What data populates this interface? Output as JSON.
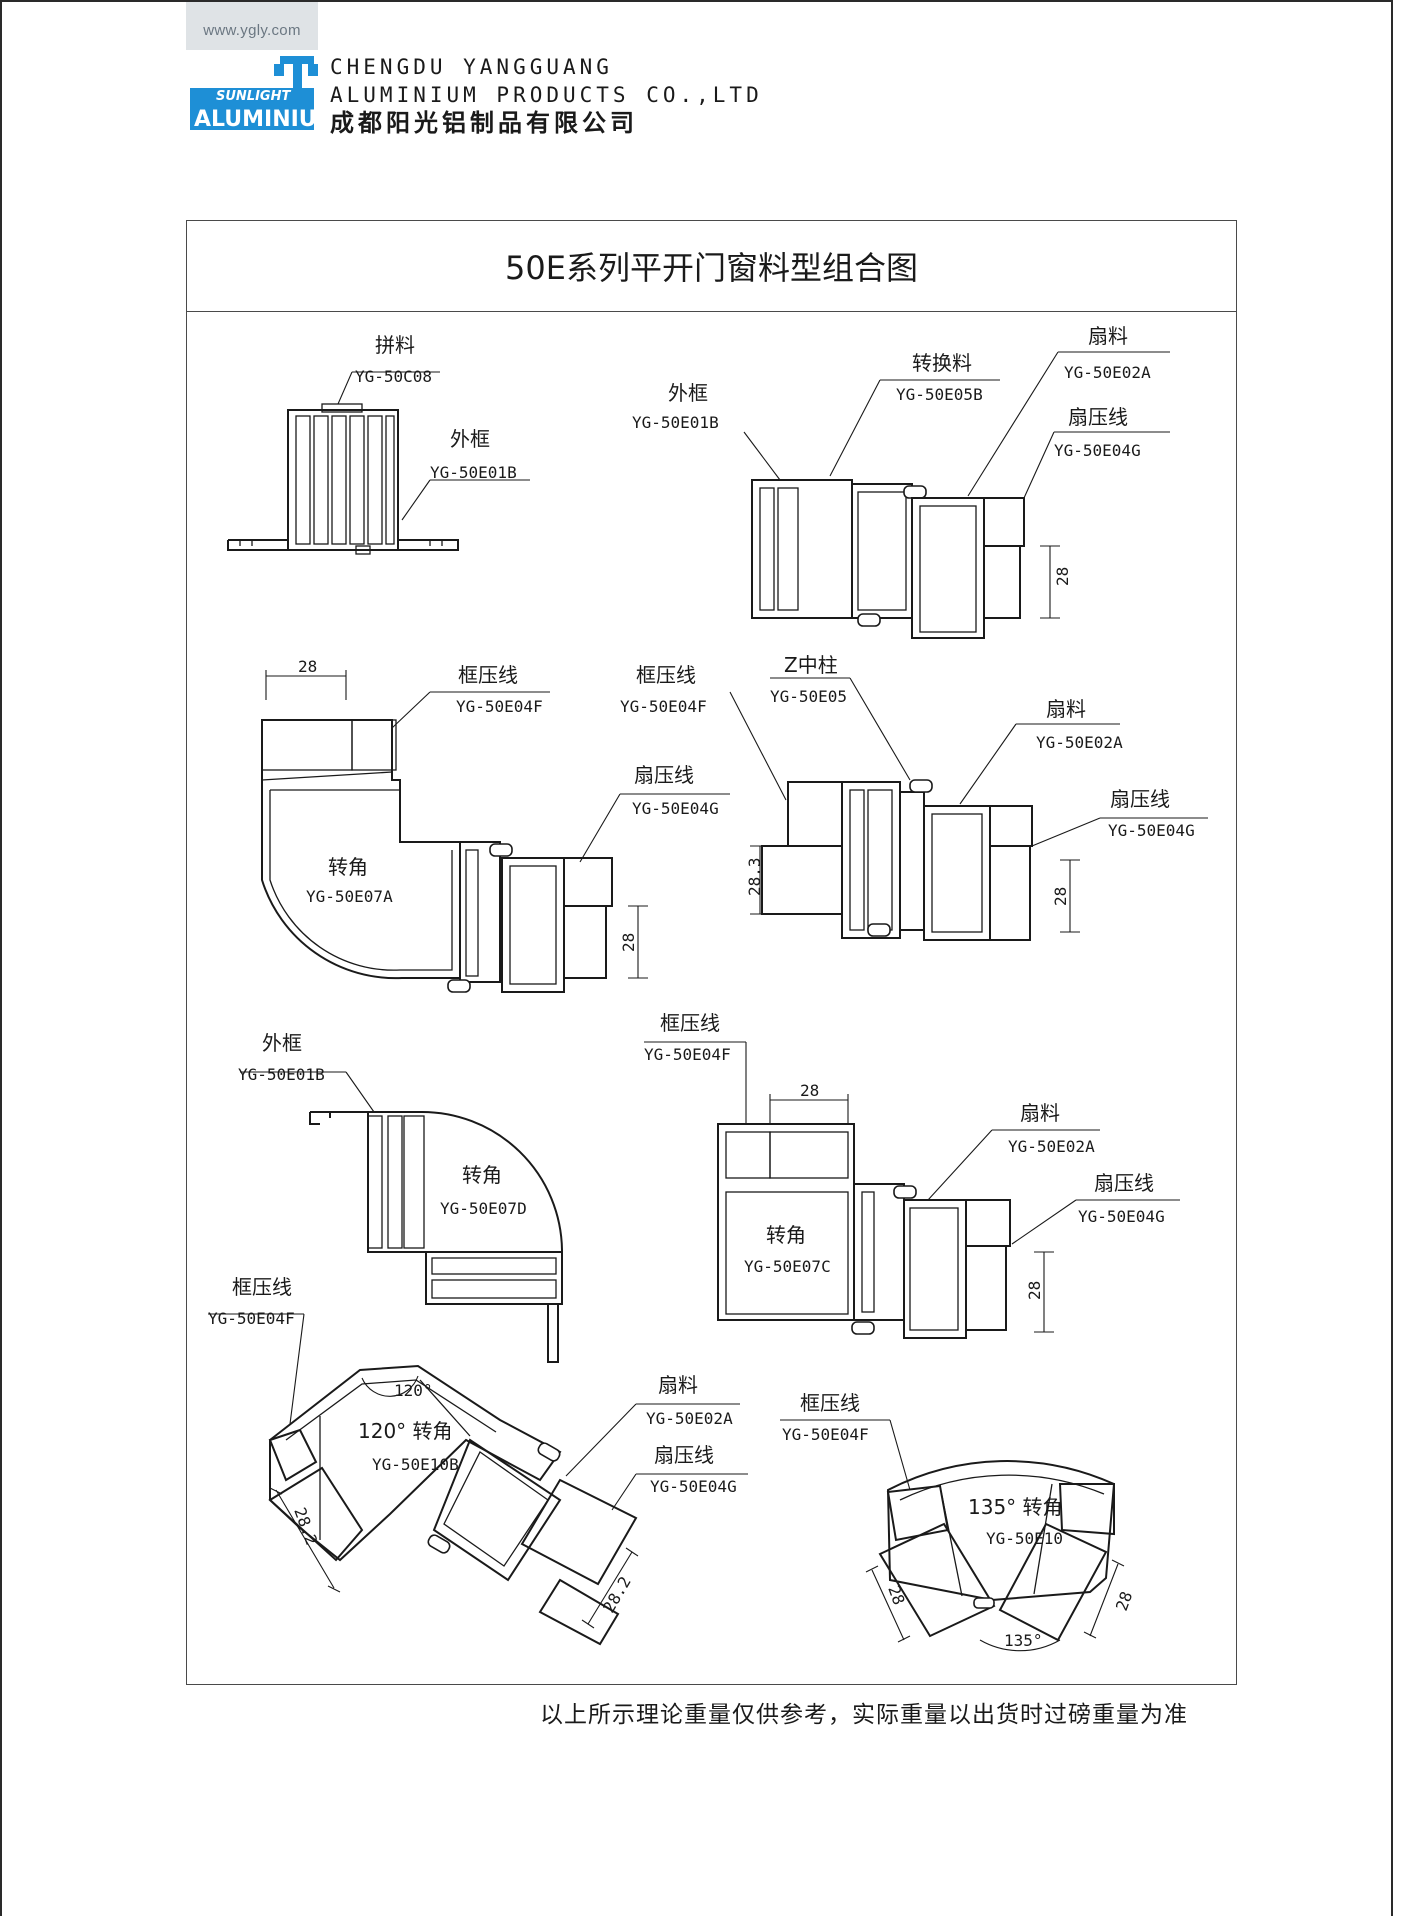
{
  "header": {
    "url": "www.ygly.com",
    "logo_top": "SUNLIGHT",
    "logo_main": "ALUMINIUM",
    "company_en_1": "CHENGDU YANGGUANG",
    "company_en_2": "ALUMINIUM PRODUCTS CO.,LTD",
    "company_cn": "成都阳光铝制品有限公司"
  },
  "title": "50E系列平开门窗料型组合图",
  "footnote": "以上所示理论重量仅供参考，实际重量以出货时过磅重量为准",
  "diagrams": {
    "d1": {
      "l1_name": "拼料",
      "l1_code": "YG-50C08",
      "l2_name": "外框",
      "l2_code": "YG-50E01B"
    },
    "d2": {
      "l1_name": "外框",
      "l1_code": "YG-50E01B",
      "l2_name": "转换料",
      "l2_code": "YG-50E05B",
      "l3_name": "扇料",
      "l3_code": "YG-50E02A",
      "l4_name": "扇压线",
      "l4_code": "YG-50E04G",
      "dim": "28"
    },
    "d3": {
      "dim_top": "28",
      "l1_name": "框压线",
      "l1_code": "YG-50E04F",
      "l2_name": "扇压线",
      "l2_code": "YG-50E04G",
      "c_name": "转角",
      "c_code": "YG-50E07A",
      "dim_side": "28"
    },
    "d4": {
      "l1_name": "框压线",
      "l1_code": "YG-50E04F",
      "l2_name": "Z中柱",
      "l2_code": "YG-50E05",
      "l3_name": "扇料",
      "l3_code": "YG-50E02A",
      "l4_name": "扇压线",
      "l4_code": "YG-50E04G",
      "dim_left": "28.3",
      "dim_right": "28"
    },
    "d5": {
      "l1_name": "外框",
      "l1_code": "YG-50E01B",
      "c_name": "转角",
      "c_code": "YG-50E07D"
    },
    "d6": {
      "l1_name": "框压线",
      "l1_code": "YG-50E04F",
      "dim_top": "28",
      "l2_name": "扇料",
      "l2_code": "YG-50E02A",
      "l3_name": "扇压线",
      "l3_code": "YG-50E04G",
      "c_name": "转角",
      "c_code": "YG-50E07C",
      "dim_side": "28"
    },
    "d7": {
      "l1_name": "框压线",
      "l1_code": "YG-50E04F",
      "angle": "120°",
      "c_name": "120°  转角",
      "c_code": "YG-50E10B",
      "l2_name": "扇料",
      "l2_code": "YG-50E02A",
      "l3_name": "扇压线",
      "l3_code": "YG-50E04G",
      "dim_left": "28.2",
      "dim_right": "28.2"
    },
    "d8": {
      "l1_name": "框压线",
      "l1_code": "YG-50E04F",
      "c_name": "135°  转角",
      "c_code": "YG-50E10",
      "angle": "135°",
      "dim_left": "28",
      "dim_right": "28"
    }
  },
  "colors": {
    "logo_blue": "#1e8fd6",
    "logo_grey": "#d9dde0",
    "line": "#1a1a1a"
  }
}
